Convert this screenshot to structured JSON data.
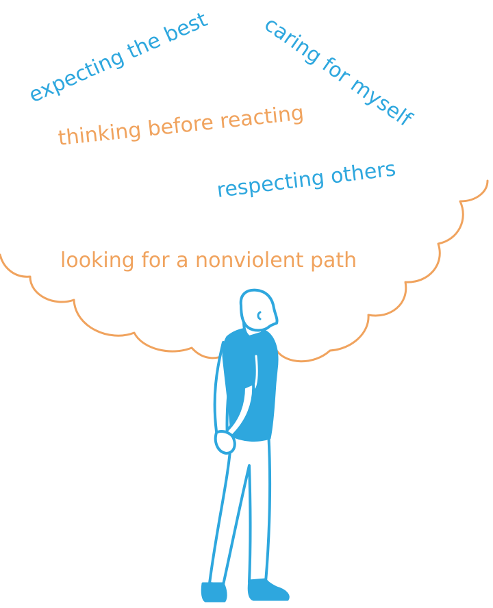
{
  "phrases": {
    "expecting_the_best": "expecting the best",
    "caring_for_myself": "caring for myself",
    "thinking_before_reacting": "thinking before reacting",
    "respecting_others": "respecting others",
    "looking_for_nonviolent_path": "looking for a nonviolent path"
  },
  "colors": {
    "blue": "#2ea7de",
    "orange": "#f0a35e",
    "outline": "#2ea7de"
  },
  "icons": {
    "thought_cloud": "thought-cloud-icon",
    "person": "person-looking-up-icon"
  }
}
